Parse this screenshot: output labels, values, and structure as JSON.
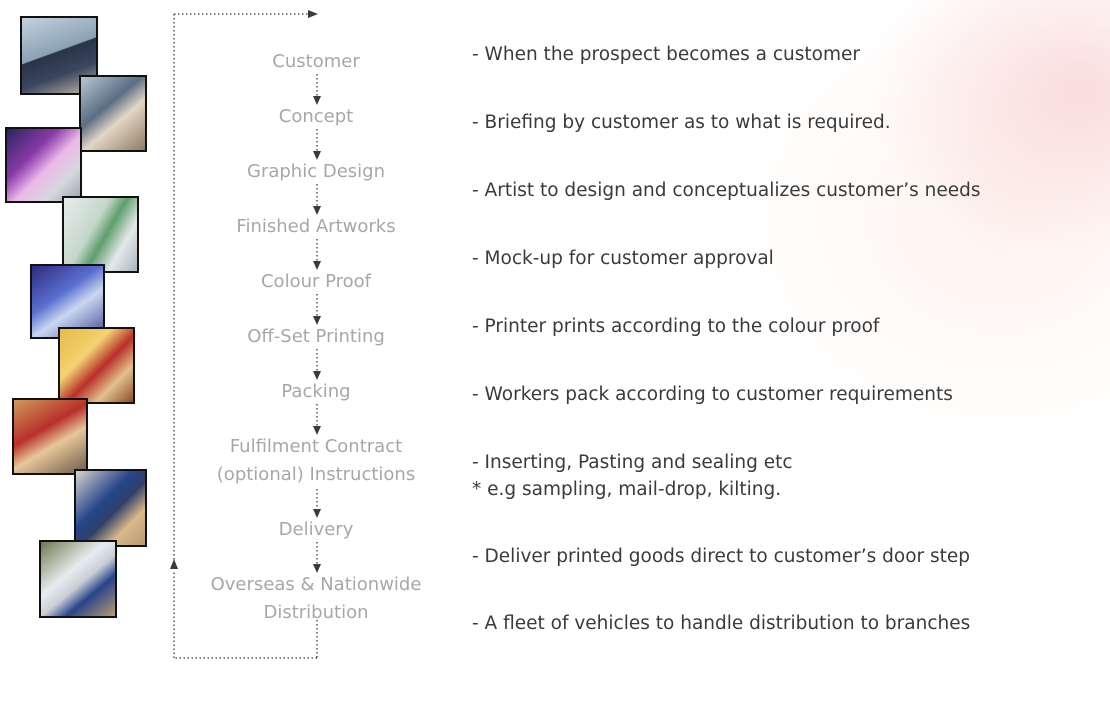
{
  "steps": [
    {
      "label": "Customer"
    },
    {
      "label": "Concept"
    },
    {
      "label": "Graphic Design"
    },
    {
      "label": "Finished Artworks"
    },
    {
      "label": "Colour Proof"
    },
    {
      "label": "Off-Set Printing"
    },
    {
      "label": "Packing"
    },
    {
      "label": "Fulfilment Contract",
      "label2": "(optional) Instructions"
    },
    {
      "label": "Delivery"
    },
    {
      "label": "Overseas & Nationwide",
      "label2": "Distribution"
    }
  ],
  "descriptions": [
    "- When the prospect becomes a customer",
    "- Briefing by customer as to what is required.",
    "- Artist to design and conceptualizes customer’s needs",
    "- Mock-up for customer approval",
    "- Printer prints according to the colour proof",
    "- Workers pack according to customer requirements",
    "- Inserting, Pasting and sealing etc",
    "* e.g sampling, mail-drop, kilting.",
    "- Deliver printed goods direct to customer’s door step",
    "- A fleet of vehicles to handle distribution to branches"
  ],
  "colors": {
    "step_text": "#a7a7a7",
    "description_text": "#3a3a3a",
    "arrow": "#3a3a3a"
  }
}
